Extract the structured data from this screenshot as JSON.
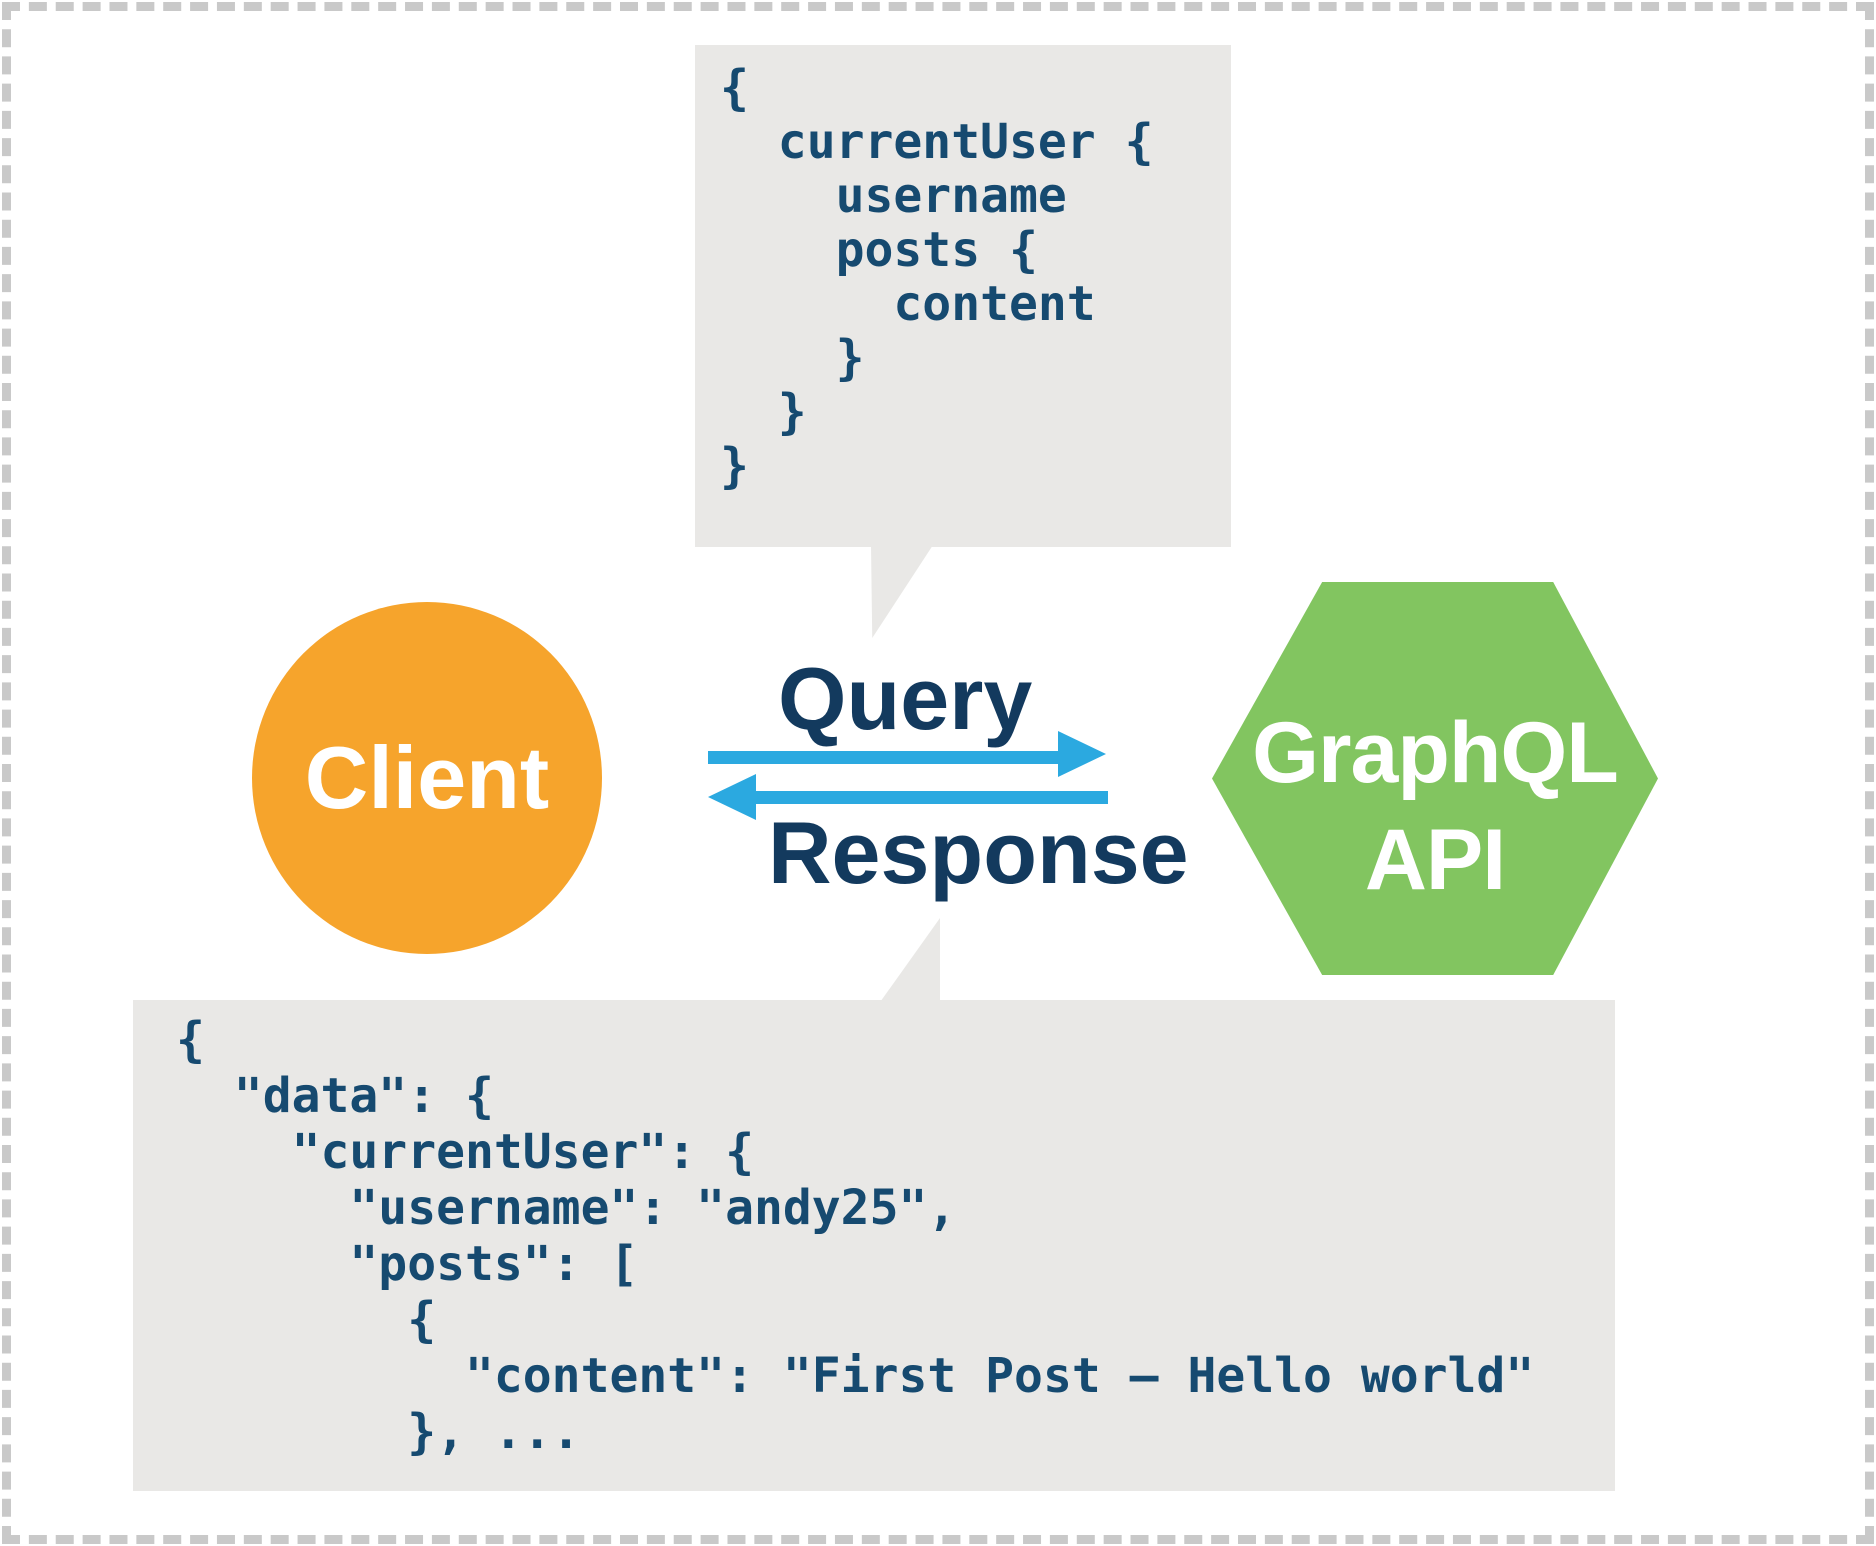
{
  "diagram": {
    "title_context": "GraphQL query and response flow",
    "query_bubble": {
      "code": "{\n  currentUser {\n    username\n    posts {\n      content\n    }\n  }\n}"
    },
    "response_bubble": {
      "code": "{\n  \"data\": {\n    \"currentUser\": {\n      \"username\": \"andy25\",\n      \"posts\": [\n        {\n          \"content\": \"First Post – Hello world\"\n        }, ..."
    },
    "client_node": {
      "label": "Client",
      "color": "#f6a42c"
    },
    "api_node": {
      "label_line1": "GraphQL",
      "label_line2": "API",
      "color": "#82c560"
    },
    "flow": {
      "query_label": "Query",
      "response_label": "Response",
      "arrow_color": "#2ba9e0"
    },
    "colors": {
      "code_text": "#164a70",
      "label_text": "#133a5e",
      "bubble_background": "#e9e8e6",
      "frame_dash": "#c9c9c9"
    }
  }
}
